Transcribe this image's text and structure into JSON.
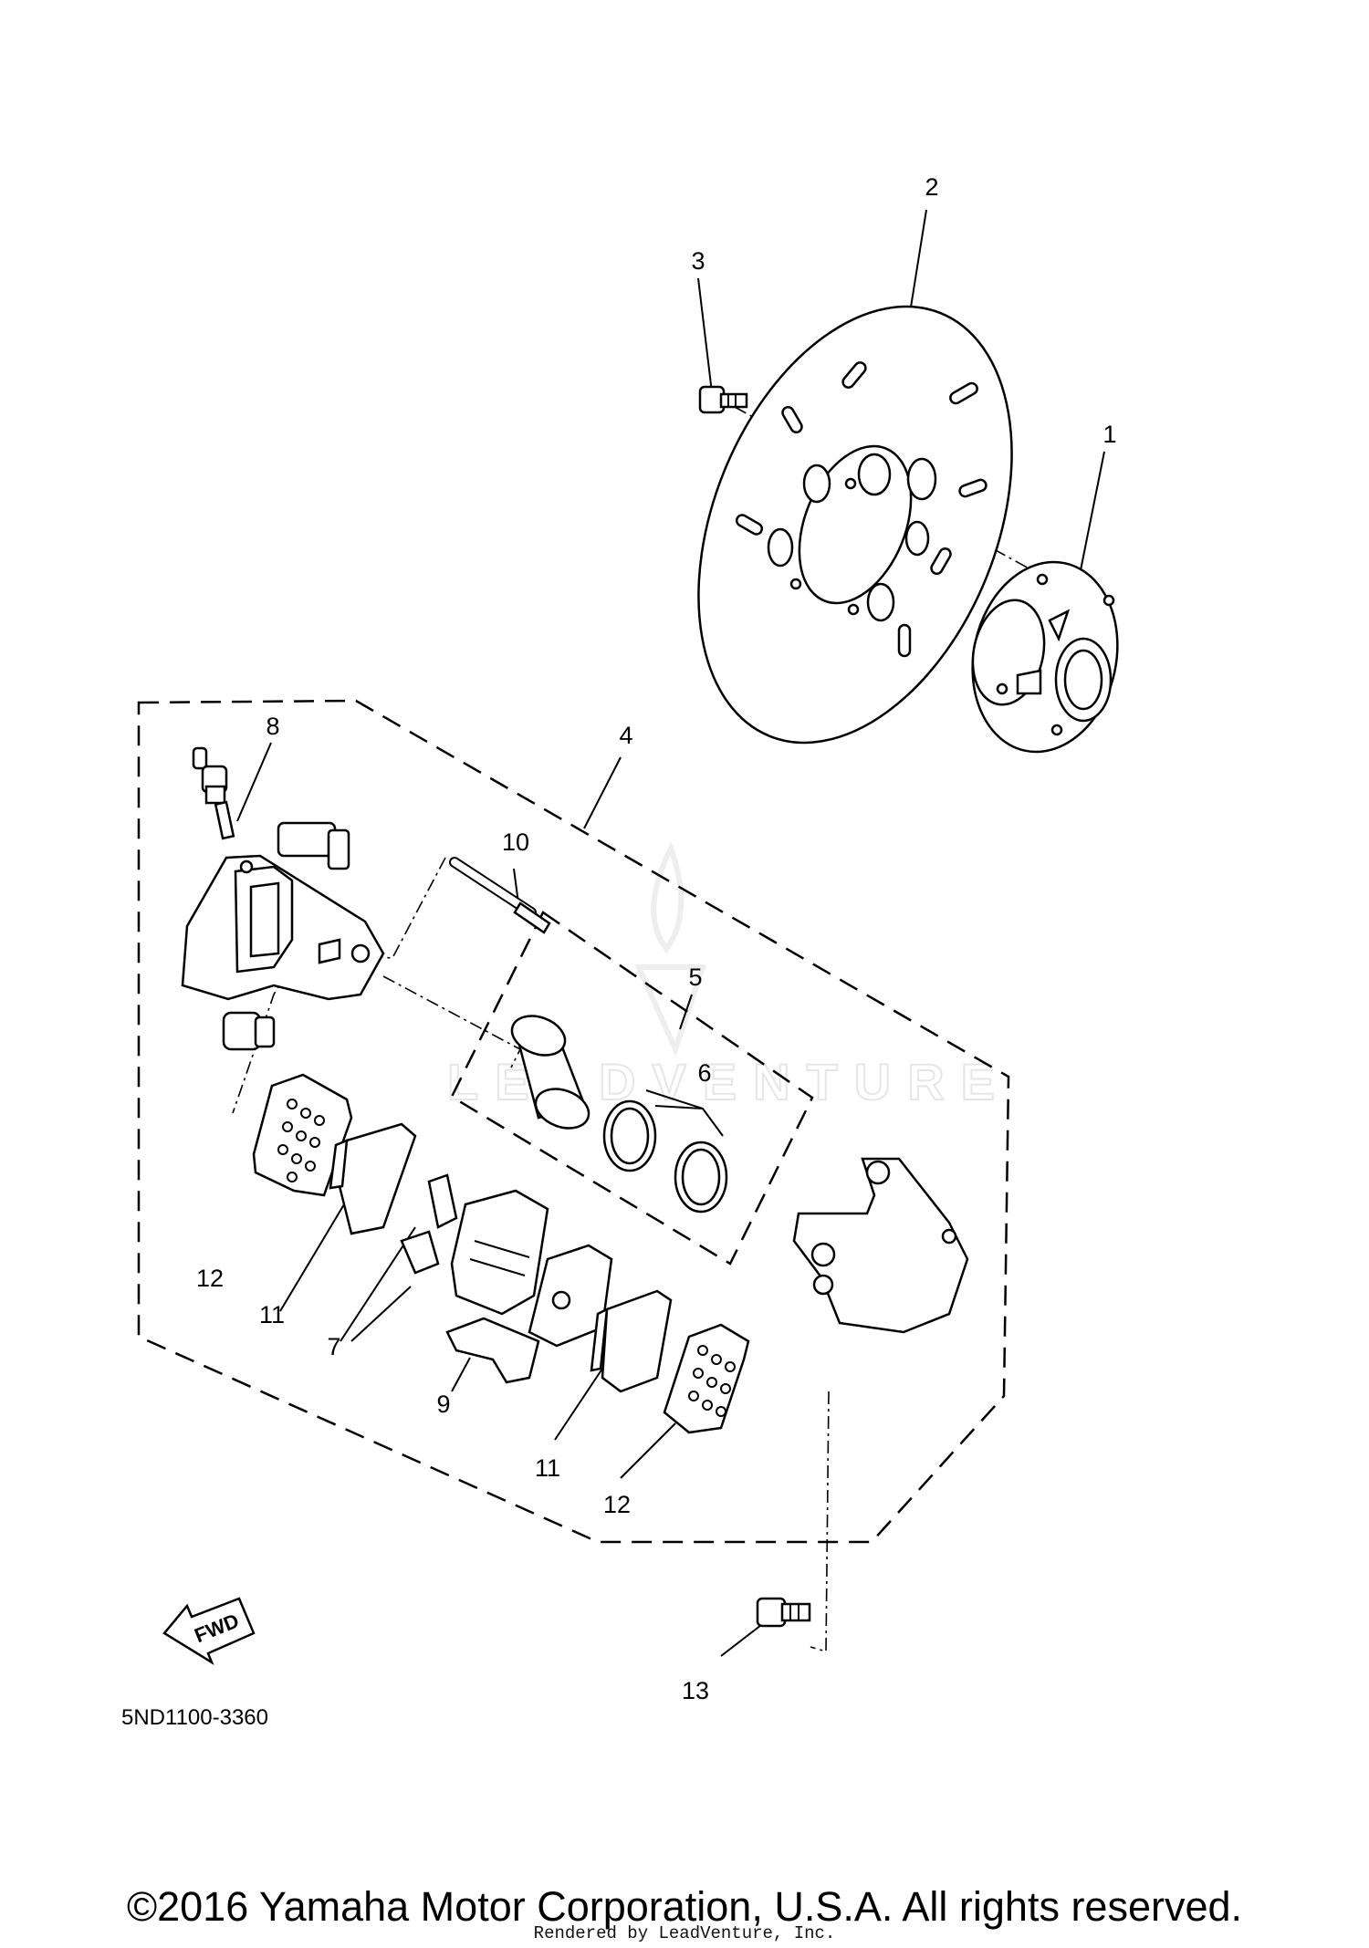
{
  "diagram": {
    "part_code": "5ND1100-3360",
    "fwd_label": "FWD",
    "watermark": "LEADVENTURE",
    "callouts": [
      {
        "id": "1",
        "label": "1"
      },
      {
        "id": "2",
        "label": "2"
      },
      {
        "id": "3",
        "label": "3"
      },
      {
        "id": "4",
        "label": "4"
      },
      {
        "id": "5",
        "label": "5"
      },
      {
        "id": "6",
        "label": "6"
      },
      {
        "id": "7",
        "label": "7"
      },
      {
        "id": "8",
        "label": "8"
      },
      {
        "id": "9",
        "label": "9"
      },
      {
        "id": "10",
        "label": "10"
      },
      {
        "id": "11a",
        "label": "11"
      },
      {
        "id": "11b",
        "label": "11"
      },
      {
        "id": "12a",
        "label": "12"
      },
      {
        "id": "12b",
        "label": "12"
      },
      {
        "id": "13",
        "label": "13"
      }
    ]
  },
  "footer": {
    "copyright": "©2016 Yamaha Motor Corporation, U.S.A. All rights reserved.",
    "rendered_by": "Rendered by LeadVenture, Inc."
  }
}
